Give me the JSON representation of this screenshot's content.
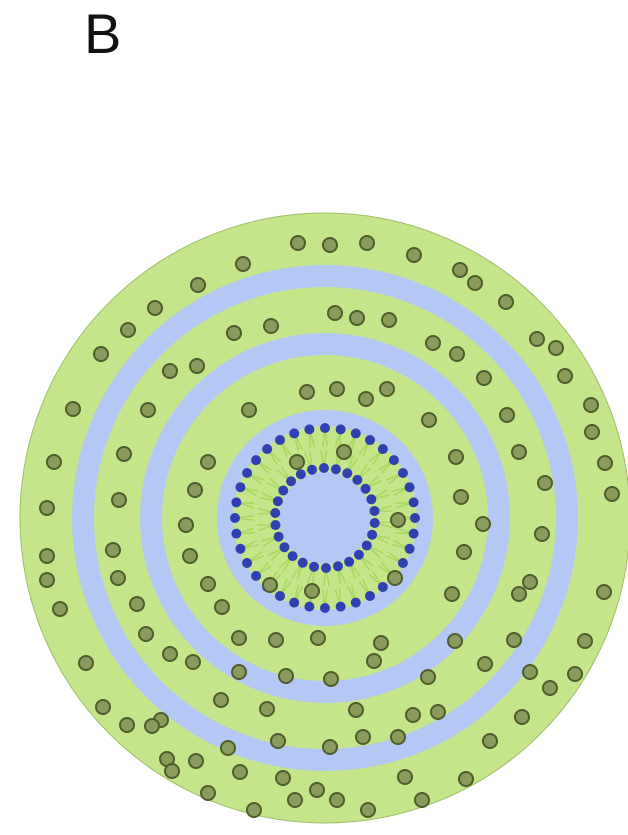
{
  "figure": {
    "panel_label": "B"
  },
  "colors": {
    "background": "#ffffff",
    "lipid_layer": "#c5e58a",
    "aqueous_layer": "#b3c8f5",
    "molecule_fill": "#8a9b5e",
    "molecule_outline": "#4f5d2d",
    "headgroup": "#2f41b0",
    "tail": "#a8d860"
  },
  "structure": {
    "type": "multilamellar vesicle cross-section",
    "aqueous_rings": 3,
    "core": "aqueous",
    "inner_bilayer_heads": "blue",
    "inner_bilayer_heads_per_leaflet": {
      "outer": 36,
      "inner": 26
    }
  }
}
